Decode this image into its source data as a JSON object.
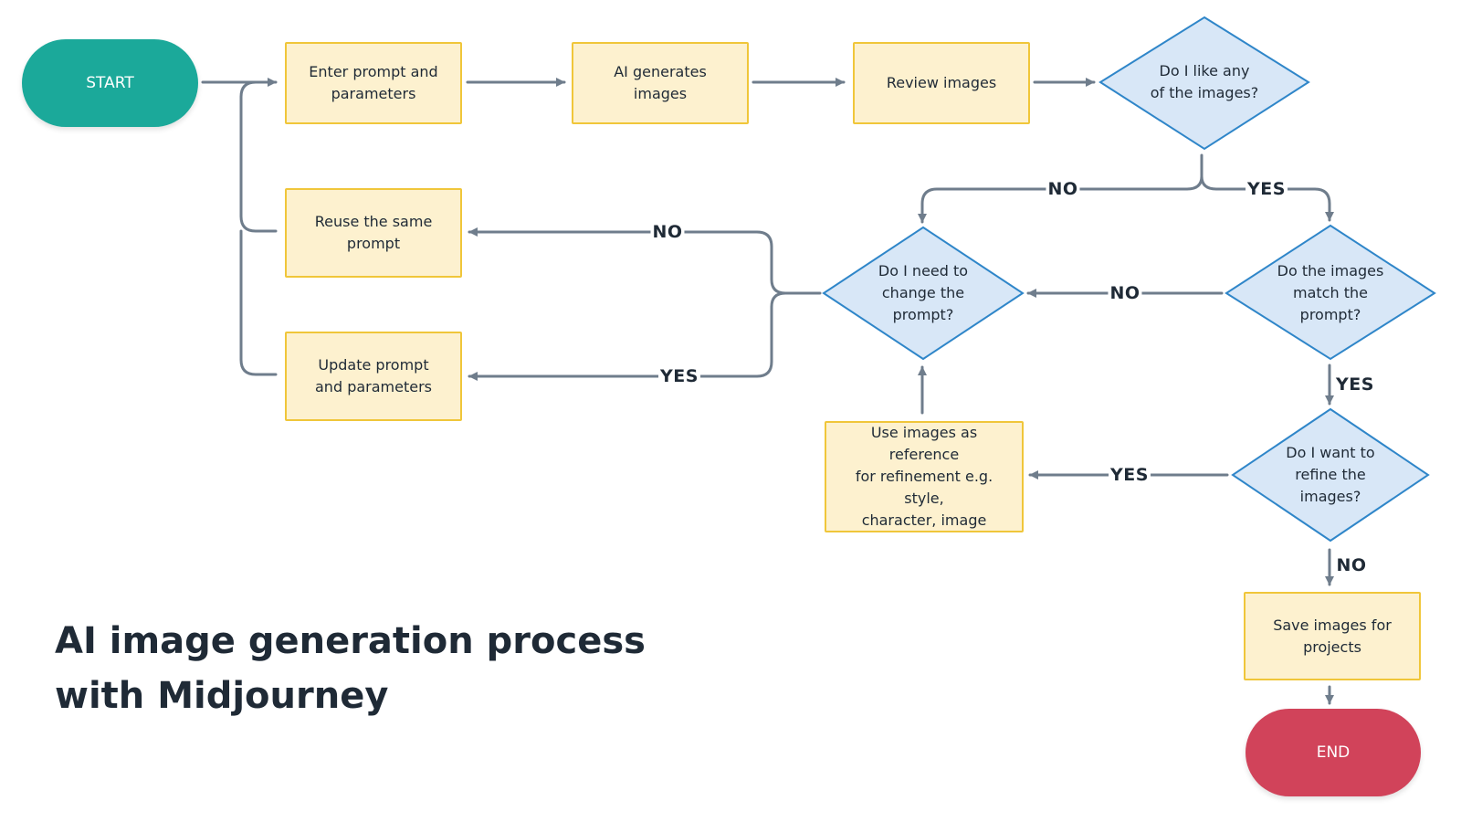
{
  "title": "AI image generation process\nwith Midjourney",
  "colors": {
    "start": "#1ba99a",
    "end": "#d1435a",
    "box_fill": "#fdf1cf",
    "box_border": "#f0c63a",
    "decision_fill": "#d8e7f7",
    "decision_border": "#2f86c9",
    "connector": "#6f7d8c"
  },
  "nodes": {
    "start": "START",
    "enter_prompt": "Enter prompt and\nparameters",
    "ai_generates": "AI generates\nimages",
    "review_images": "Review images",
    "like_any": "Do I like any\nof the images?",
    "reuse_prompt": "Reuse the same\nprompt",
    "update_prompt": "Update prompt\nand parameters",
    "need_change": "Do I need to\nchange the\nprompt?",
    "match_prompt": "Do the images\nmatch the\nprompt?",
    "use_reference": "Use images as reference\nfor refinement e.g. style,\ncharacter, image",
    "want_refine": "Do I want to\nrefine the\nimages?",
    "save_images": "Save images for\nprojects",
    "end": "END"
  },
  "edge_labels": {
    "like_no": "NO",
    "like_yes": "YES",
    "change_no": "NO",
    "change_yes": "YES",
    "match_no": "NO",
    "match_yes": "YES",
    "refine_yes": "YES",
    "refine_no": "NO"
  }
}
